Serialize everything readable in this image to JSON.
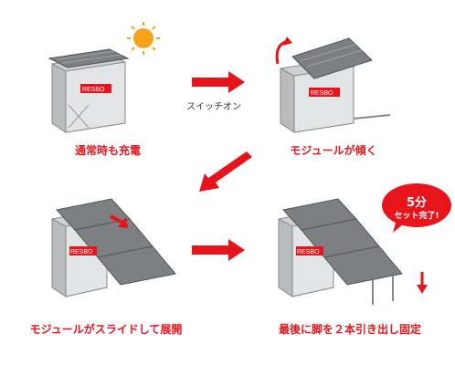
{
  "steps": [
    {
      "caption": "通常時も充電"
    },
    {
      "caption": "モジュールが傾く"
    },
    {
      "caption": "モジュールがスライドして展開"
    },
    {
      "caption": "最後に脚を２本引き出し固定"
    }
  ],
  "arrow_label": "スイッチオン",
  "unit_logo": "RESBO",
  "badge": {
    "line1": "5分",
    "line2": "セット完了!"
  },
  "colors": {
    "accent": "#e8141b",
    "cabinet": "#d9dadb",
    "panel": "#8a8d90"
  }
}
